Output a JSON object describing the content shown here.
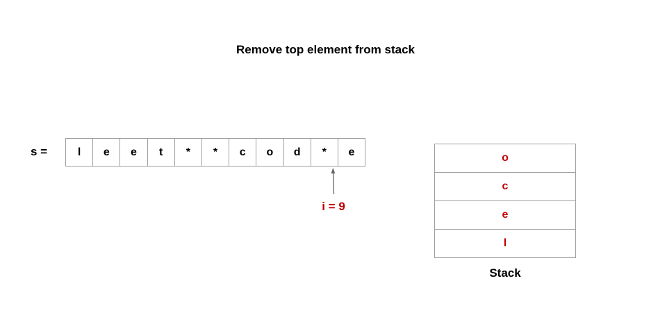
{
  "title": "Remove top element from stack",
  "string_label": "s =",
  "string_cells": [
    "l",
    "e",
    "e",
    "t",
    "*",
    "*",
    "c",
    "o",
    "d",
    "*",
    "e"
  ],
  "pointer": {
    "label": "i = 9",
    "index": 9,
    "color": "#c00000"
  },
  "stack": {
    "items": [
      "o",
      "c",
      "e",
      "l"
    ],
    "label": "Stack",
    "item_color": "#c00000"
  },
  "colors": {
    "cell_border": "#9e9e9e",
    "arrow": "#666666"
  }
}
